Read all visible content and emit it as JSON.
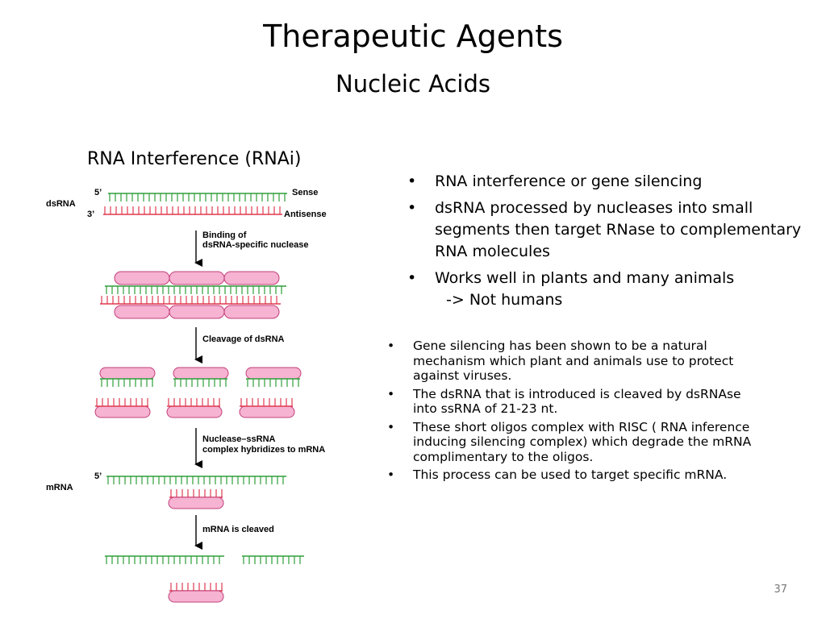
{
  "slide": {
    "title": "Therapeutic Agents",
    "subtitle": "Nucleic Acids",
    "page_number": "37"
  },
  "diagram": {
    "title": "RNA Interference (RNAi)",
    "labels": {
      "dsrna": "dsRNA",
      "five_prime": "5’",
      "three_prime": "3’",
      "sense": "Sense",
      "antisense": "Antisense",
      "mrna": "mRNA"
    },
    "steps": [
      {
        "line1": "Binding of",
        "line2": "dsRNA-specific nuclease"
      },
      {
        "line1": "Cleavage of dsRNA",
        "line2": ""
      },
      {
        "line1": "Nuclease–ssRNA",
        "line2": "complex hybridizes to mRNA"
      },
      {
        "line1": "mRNA is cleaved",
        "line2": ""
      }
    ],
    "colors": {
      "sense_strand": "#2e9e3a",
      "antisense_strand": "#e0394f",
      "nuclease": "#f6b3d2",
      "nuclease_border": "#c2407a",
      "arrow": "#000000"
    }
  },
  "bullets_main": [
    "RNA interference or gene silencing",
    "dsRNA processed by nucleases into small segments then target RNase to complementary RNA molecules",
    "Works well in plants and many animals"
  ],
  "bullets_main_sub": "-> Not humans",
  "bullets_detail": [
    "Gene silencing has been shown to be a natural mechanism which plant and animals use to protect against viruses.",
    "The dsRNA that is introduced is cleaved by dsRNAse into ssRNA of 21-23 nt.",
    "These short oligos complex with RISC ( RNA inference inducing silencing complex) which degrade the mRNA complimentary to the oligos.",
    "This process can be used to target specific mRNA."
  ]
}
